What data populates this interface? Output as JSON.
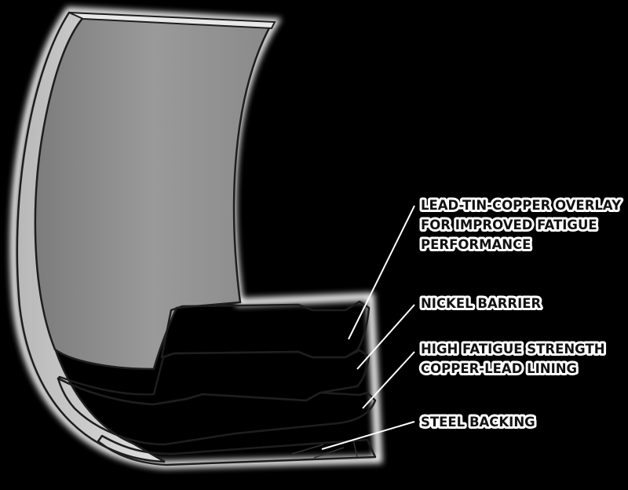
{
  "labels": {
    "overlay": [
      "LEAD-TIN-COPPER OVERLAY",
      "FOR IMPROVED FATIGUE",
      "PERFORMANCE"
    ],
    "nickel": [
      "NICKEL BARRIER"
    ],
    "lining": [
      "HIGH FATIGUE STRENGTH",
      "COPPER-LEAD LINING"
    ],
    "steel": [
      "STEEL BACKING"
    ]
  },
  "colors": {
    "background": "#000000",
    "overlay": "#c7c7c7",
    "nickel": "#cfcfcf",
    "lining": "#f07a12",
    "steel": "#d2d2d2",
    "inner_surface": "#8f8f8f"
  }
}
